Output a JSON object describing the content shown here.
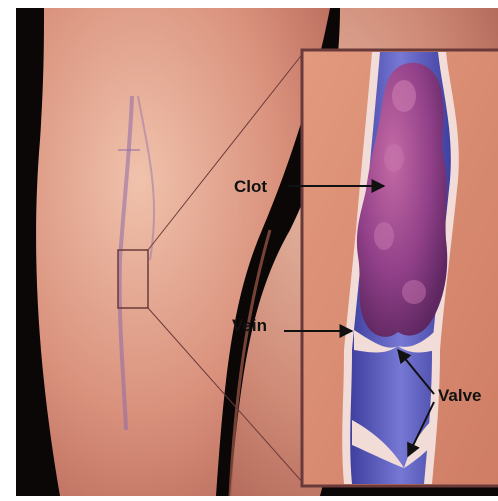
{
  "labels": {
    "clot": "Clot",
    "vein": "Vein",
    "valve": "Valve"
  },
  "colors": {
    "background": "#0b0706",
    "skin": "#d9917c",
    "skin_highlight": "#ecb8a2",
    "inset_tissue": "#d8896f",
    "vein_blue": "#5b5fc0",
    "clot_purple": "#8e3f86",
    "frame": "#6a3a3a"
  }
}
